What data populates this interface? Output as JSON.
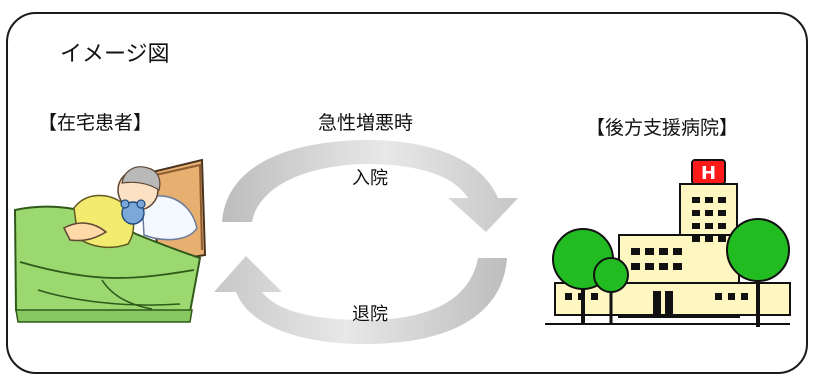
{
  "diagram": {
    "title": "イメージ図",
    "patient_label": "【在宅患者】",
    "event_label": "急性増悪時",
    "hospital_label": "【後方支援病院】",
    "admission_label": "入院",
    "discharge_label": "退院",
    "hospital_sign": "H",
    "icons": [
      "patient-in-bed-icon",
      "hospital-building-icon",
      "admission-arrow-icon",
      "discharge-arrow-icon"
    ],
    "colors": {
      "border": "#1a1a1a",
      "blanket": "#9bd86f",
      "building": "#fff7c2",
      "tree": "#22bb22",
      "sign": "#ff1a1a",
      "arrow": "#c8c8c8"
    }
  }
}
